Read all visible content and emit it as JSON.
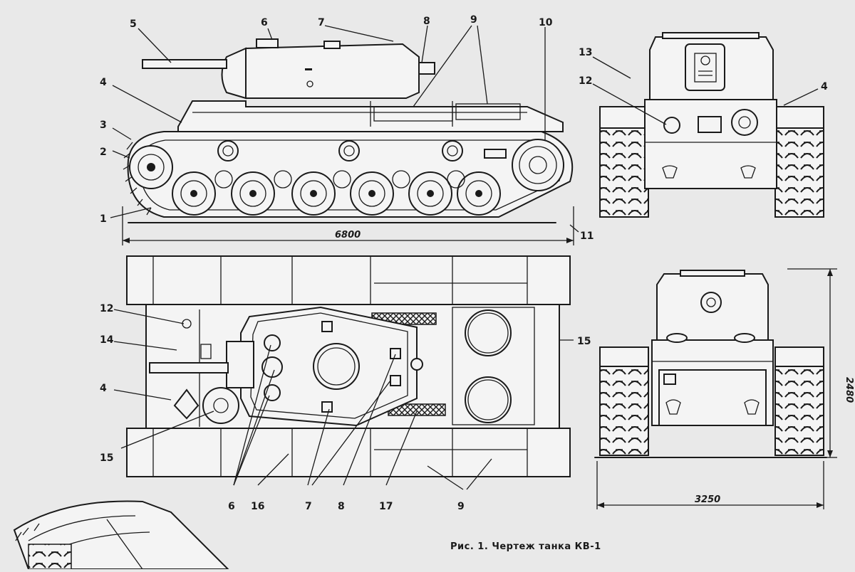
{
  "caption": "Рис. 1. Чертеж танка КВ-1",
  "dimensions": {
    "length": "6800",
    "width": "3250",
    "height": "2480"
  },
  "side_view_labels": [
    "1",
    "2",
    "3",
    "4",
    "5",
    "6",
    "7",
    "8",
    "9",
    "10",
    "11"
  ],
  "front_view_labels": [
    "13",
    "12",
    "4"
  ],
  "top_view_labels": [
    "12",
    "14",
    "4",
    "15",
    "15",
    "6",
    "16",
    "7",
    "8",
    "17",
    "9"
  ]
}
